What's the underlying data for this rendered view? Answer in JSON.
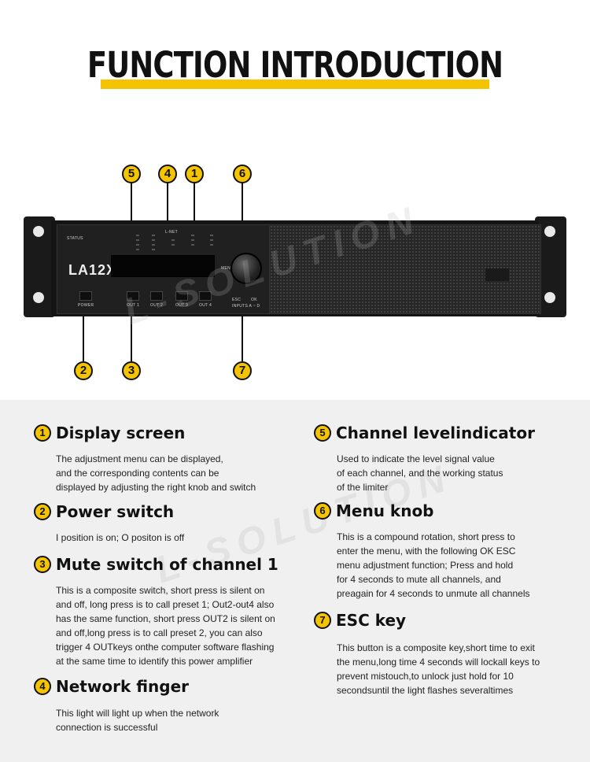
{
  "title": "FUNCTION INTRODUCTION",
  "device": {
    "brand": "LA12X",
    "panel_labels": {
      "status": "STATUS",
      "power": "POWER",
      "lnet": "L-NET",
      "menu": "MENU",
      "esc": "ESC",
      "ok": "OK",
      "inputs": "INPUTS A ~ D",
      "out1": "OUT 1",
      "out2": "OUT 2",
      "out3": "OUT 3",
      "out4": "OUT 4"
    }
  },
  "watermark": "L-SOLUTION",
  "callouts": [
    "1",
    "2",
    "3",
    "4",
    "5",
    "6",
    "7"
  ],
  "features": [
    {
      "num": "1",
      "title": "Display screen",
      "lines": [
        "The adjustment menu can be displayed,",
        "and the corresponding contents can be",
        "displayed by adjusting the right knob and switch"
      ]
    },
    {
      "num": "2",
      "title": "Power switch",
      "lines": [
        "I position is on; O positon is off"
      ]
    },
    {
      "num": "3",
      "title": "Mute switch of channel 1",
      "lines": [
        "This is a composite switch, short press is silent on",
        "and off, long press is to call preset 1; Out2-out4 also",
        "has the same function, short press OUT2 is silent on",
        "and off,long press is to call preset 2, you can also",
        "trigger 4 OUTkeys onthe computer software flashing",
        "at the same time to identify this power amplifier"
      ]
    },
    {
      "num": "4",
      "title": "Network finger",
      "lines": [
        "This light will light up when the network",
        "connection is successful"
      ]
    },
    {
      "num": "5",
      "title": "Channel levelindicator",
      "lines": [
        "Used to indicate the level signal value",
        "of each channel, and the working status",
        "of the limiter"
      ]
    },
    {
      "num": "6",
      "title": "Menu knob",
      "lines": [
        "This is a compound rotation, short press to",
        "enter the menu, with the following OK ESC",
        "menu adjustment function; Press and hold",
        "for 4 seconds to mute all channels, and",
        "preagain for 4 seconds to unmute all channels"
      ]
    },
    {
      "num": "7",
      "title": "ESC key",
      "lines": [
        "This button is a composite key,short time to exit",
        "the menu,long time 4 seconds will lockall keys to",
        "prevent mistouch,to unlock just hold for 10",
        "secondsuntil the light flashes severaltimes"
      ]
    }
  ]
}
